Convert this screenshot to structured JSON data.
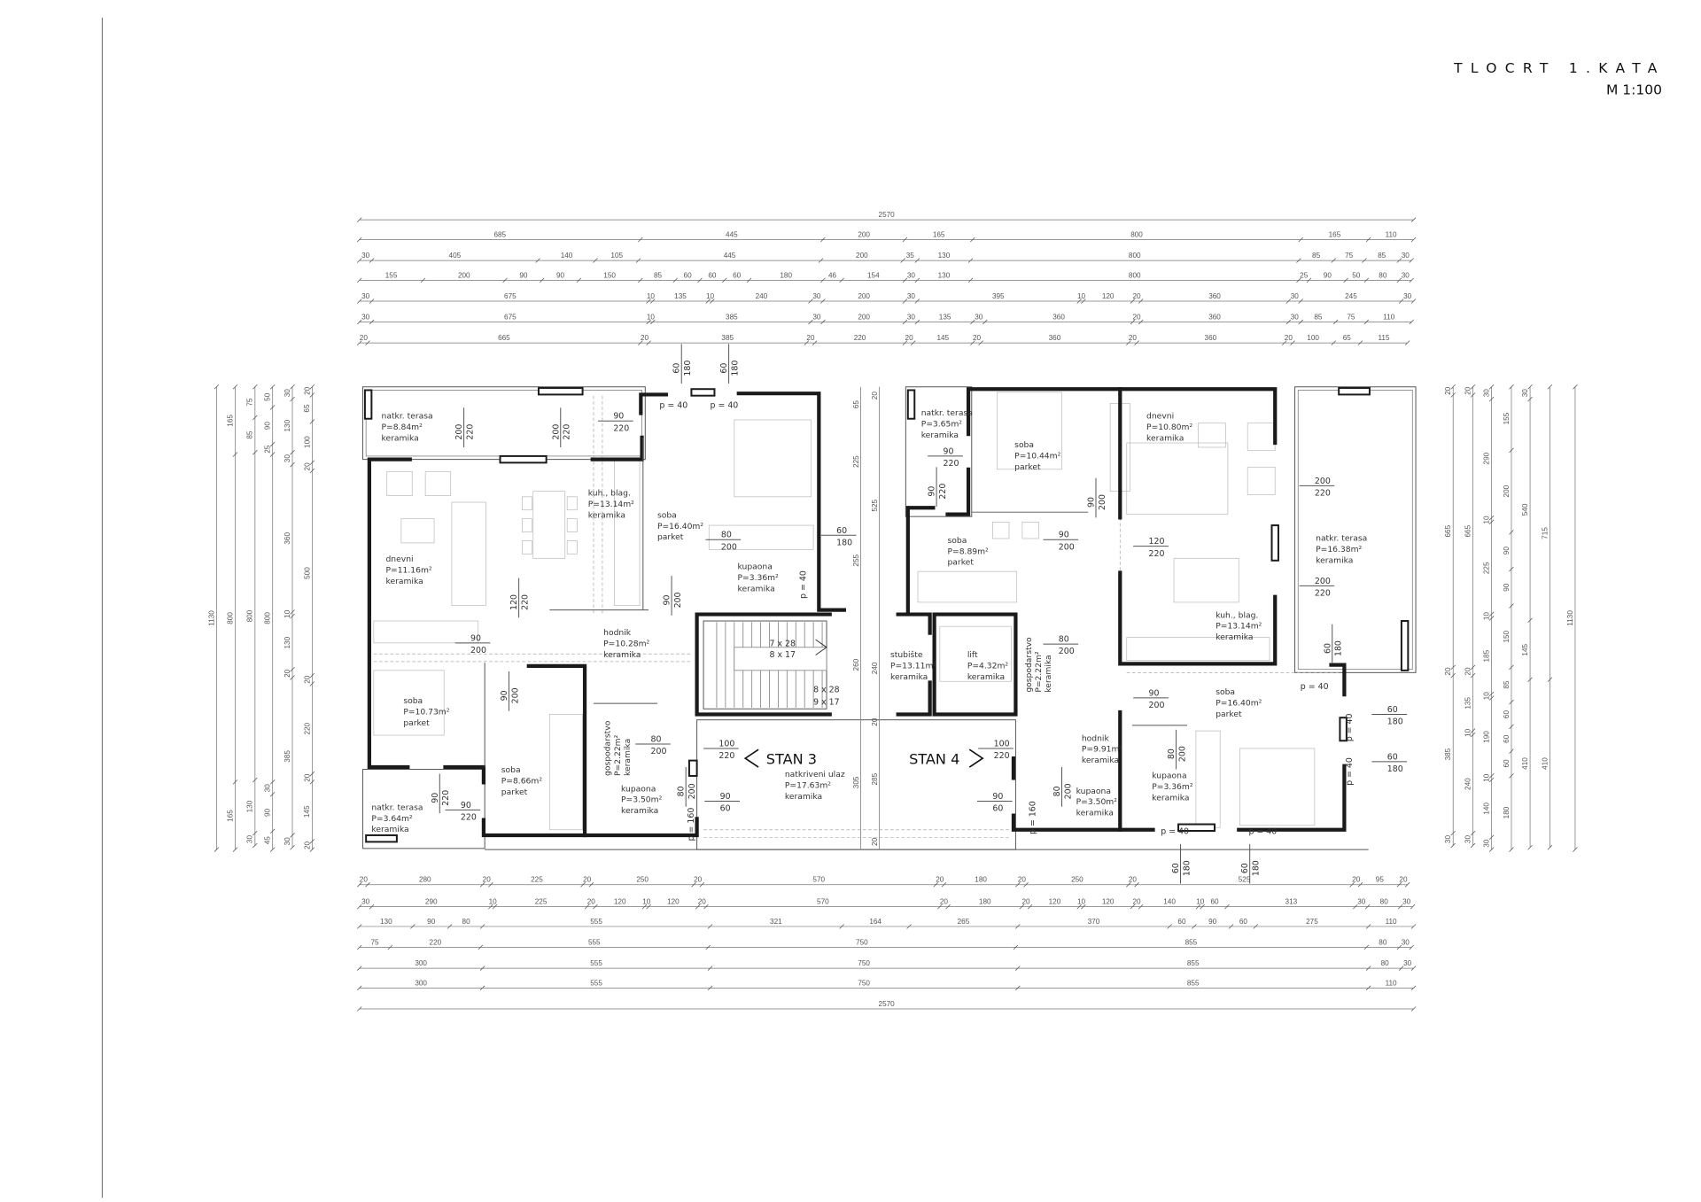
{
  "header": {
    "title": "TLOCRT 1.KATA",
    "scale": "M 1:100"
  },
  "apartments": {
    "left": "STAN 3",
    "right": "STAN 4"
  },
  "stairs": {
    "upper_a": "7 x 28",
    "upper_b": "8 x 17",
    "lower_a": "8 x 28",
    "lower_b": "9 x 17"
  },
  "dimensions": {
    "top": [
      [
        2570
      ],
      [
        685,
        445,
        200,
        165,
        800,
        165,
        110
      ],
      [
        30,
        405,
        140,
        105,
        445,
        200,
        35,
        130,
        800,
        85,
        75,
        85,
        30
      ],
      [
        155,
        200,
        90,
        90,
        150,
        85,
        60,
        60,
        60,
        180,
        46,
        154,
        30,
        130,
        800,
        25,
        90,
        50,
        80,
        30
      ],
      [
        30,
        675,
        10,
        135,
        10,
        240,
        30,
        200,
        30,
        395,
        10,
        120,
        20,
        360,
        30,
        245,
        30
      ],
      [
        30,
        675,
        10,
        385,
        30,
        200,
        30,
        135,
        30,
        360,
        20,
        360,
        30,
        85,
        75,
        110
      ],
      [
        20,
        665,
        20,
        385,
        20,
        220,
        20,
        145,
        20,
        360,
        20,
        360,
        20,
        100,
        65,
        115
      ]
    ],
    "bottom": [
      [
        20,
        280,
        20,
        225,
        20,
        250,
        20,
        570,
        20,
        180,
        20,
        250,
        20,
        525,
        20,
        95,
        20
      ],
      [
        30,
        290,
        10,
        225,
        20,
        120,
        10,
        120,
        20,
        570,
        20,
        180,
        20,
        120,
        10,
        120,
        20,
        140,
        10,
        60,
        313,
        30,
        80,
        30
      ],
      [
        130,
        90,
        80,
        555,
        321,
        164,
        265,
        370,
        60,
        90,
        60,
        275,
        110
      ],
      [
        75,
        220,
        555,
        750,
        855,
        80,
        30
      ],
      [
        300,
        555,
        750,
        855,
        80,
        30
      ],
      [
        300,
        555,
        750,
        855,
        110
      ],
      [
        2570
      ]
    ],
    "left": [
      [
        1130
      ],
      [
        165,
        800,
        165
      ],
      [
        75,
        85,
        800,
        130,
        30
      ],
      [
        50,
        90,
        25,
        800,
        30,
        90,
        45
      ],
      [
        30,
        130,
        30,
        360,
        10,
        130,
        20,
        385,
        30
      ],
      [
        20,
        65,
        100,
        20,
        500,
        20,
        220,
        20,
        145,
        20
      ]
    ],
    "right": [
      [
        20,
        665,
        20,
        385,
        30
      ],
      [
        20,
        665,
        20,
        135,
        10,
        240,
        30
      ],
      [
        30,
        290,
        10,
        225,
        10,
        185,
        10,
        190,
        10,
        140,
        30
      ],
      [
        155,
        200,
        90,
        90,
        150,
        85,
        60,
        60,
        60,
        180
      ],
      [
        30,
        540,
        145,
        410
      ],
      [
        715,
        410
      ],
      [
        1130
      ]
    ],
    "axis": [
      "20",
      "65",
      "225",
      "525",
      "255",
      "260",
      "240",
      "20",
      "305",
      "285",
      "20"
    ]
  },
  "rooms": [
    {
      "name": "natkr. terasa",
      "area": "P=8.84m²",
      "floor": "keramika"
    },
    {
      "name": "dnevni",
      "area": "P=11.16m²",
      "floor": "keramika"
    },
    {
      "name": "kuh., blag.",
      "area": "P=13.14m²",
      "floor": "keramika"
    },
    {
      "name": "soba",
      "area": "P=16.40m²",
      "floor": "parket"
    },
    {
      "name": "kupaona",
      "area": "P=3.36m²",
      "floor": "keramika"
    },
    {
      "name": "hodnik",
      "area": "P=10.28m²",
      "floor": "keramika"
    },
    {
      "name": "soba",
      "area": "P=10.73m²",
      "floor": "parket"
    },
    {
      "name": "soba",
      "area": "P=8.66m²",
      "floor": "parket"
    },
    {
      "name": "gospodarstvo",
      "area": "P=2.22m²",
      "floor": "keramika"
    },
    {
      "name": "kupaona",
      "area": "P=3.50m²",
      "floor": "keramika"
    },
    {
      "name": "natkr. terasa",
      "area": "P=3.64m²",
      "floor": "keramika"
    },
    {
      "name": "natkriveni ulaz",
      "area": "P=17.63m²",
      "floor": "keramika"
    },
    {
      "name": "stubište",
      "area": "P=13.11m²",
      "floor": "keramika"
    },
    {
      "name": "lift",
      "area": "P=4.32m²",
      "floor": "keramika"
    },
    {
      "name": "natkr. terasa",
      "area": "P=3.65m²",
      "floor": "keramika"
    },
    {
      "name": "soba",
      "area": "P=10.44m²",
      "floor": "parket"
    },
    {
      "name": "dnevni",
      "area": "P=10.80m²",
      "floor": "keramika"
    },
    {
      "name": "soba",
      "area": "P=8.89m²",
      "floor": "parket"
    },
    {
      "name": "natkr. terasa",
      "area": "P=16.38m²",
      "floor": "keramika"
    },
    {
      "name": "kuh., blag.",
      "area": "P=13.14m²",
      "floor": "keramika"
    },
    {
      "name": "gospodarstvo",
      "area": "P=2.22m²",
      "floor": "keramika"
    },
    {
      "name": "soba",
      "area": "P=16.40m²",
      "floor": "parket"
    },
    {
      "name": "hodnik",
      "area": "P=9.91m²",
      "floor": "keramika"
    },
    {
      "name": "kupaona",
      "area": "P=3.36m²",
      "floor": "keramika"
    },
    {
      "name": "kupaona",
      "area": "P=3.50m²",
      "floor": "keramika"
    }
  ],
  "openings": [
    {
      "w": "90",
      "h": "220"
    },
    {
      "w": "200",
      "h": "220"
    },
    {
      "w": "200",
      "h": "220"
    },
    {
      "w": "80",
      "h": "200"
    },
    {
      "w": "60",
      "h": "180"
    },
    {
      "w": "120",
      "h": "220"
    },
    {
      "w": "90",
      "h": "200"
    },
    {
      "w": "90",
      "h": "200"
    },
    {
      "w": "90",
      "h": "200"
    },
    {
      "w": "80",
      "h": "200"
    },
    {
      "w": "100",
      "h": "220"
    },
    {
      "w": "90",
      "h": "220"
    },
    {
      "w": "90",
      "h": "220"
    },
    {
      "w": "80",
      "h": "200"
    },
    {
      "w": "90",
      "h": "60"
    },
    {
      "w": "60",
      "h": "180"
    },
    {
      "w": "60",
      "h": "180"
    },
    {
      "w": "90",
      "h": "220"
    },
    {
      "w": "90",
      "h": "220"
    },
    {
      "w": "90",
      "h": "200"
    },
    {
      "w": "90",
      "h": "200"
    },
    {
      "w": "120",
      "h": "220"
    },
    {
      "w": "200",
      "h": "220"
    },
    {
      "w": "200",
      "h": "220"
    },
    {
      "w": "60",
      "h": "180"
    },
    {
      "w": "80",
      "h": "200"
    },
    {
      "w": "90",
      "h": "200"
    },
    {
      "w": "100",
      "h": "220"
    },
    {
      "w": "90",
      "h": "60"
    },
    {
      "w": "80",
      "h": "200"
    },
    {
      "w": "80",
      "h": "200"
    },
    {
      "w": "60",
      "h": "180"
    },
    {
      "w": "60",
      "h": "180"
    },
    {
      "w": "60",
      "h": "180"
    },
    {
      "w": "60",
      "h": "180"
    }
  ],
  "sills": [
    "p = 40",
    "p = 40",
    "p = 40",
    "p = 160",
    "p = 40",
    "p = 40",
    "p = 40",
    "p = 40",
    "p = 40",
    "p = 160"
  ]
}
